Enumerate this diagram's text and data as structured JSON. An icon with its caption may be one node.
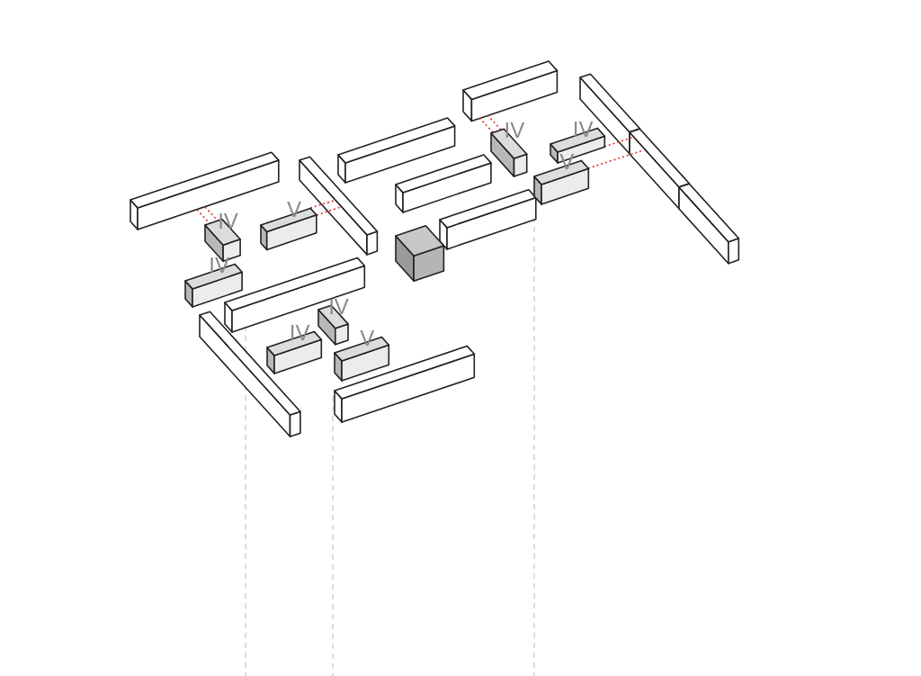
{
  "diagram": {
    "nodes": [
      {
        "text": [
          "IV"
        ]
      },
      {
        "text": [
          "V"
        ]
      },
      {
        "text": [
          "IV"
        ]
      },
      {
        "text": [
          "IV"
        ]
      },
      {
        "text": [
          "IV"
        ]
      },
      {
        "text": [
          "V"
        ]
      },
      {
        "text": [
          "IV"
        ]
      },
      {
        "text": [
          "IV"
        ]
      },
      {
        "text": [
          "V"
        ]
      },
      {
        "text": [],
        "shape": "bar"
      },
      {
        "text": [],
        "shape": "bar"
      },
      {
        "text": [],
        "shape": "bar"
      },
      {
        "text": [],
        "shape": "bar"
      },
      {
        "text": [],
        "shape": "bar"
      },
      {
        "text": [],
        "shape": "bar"
      },
      {
        "text": [],
        "shape": "bar"
      },
      {
        "text": [],
        "shape": "bar"
      },
      {
        "text": [],
        "shape": "bar"
      },
      {
        "text": [],
        "shape": "box"
      },
      {
        "text": [],
        "shape": "bar"
      },
      {
        "text": [],
        "shape": "bar"
      },
      {
        "text": [],
        "shape": "bar"
      }
    ],
    "edges": [
      {
        "from": 9,
        "to": 0,
        "arrow": "none",
        "style": "dashed",
        "color": "#e0302a"
      },
      {
        "from": 9,
        "to": 0,
        "arrow": "none",
        "style": "dashed",
        "color": "#e0302a"
      },
      {
        "from": 1,
        "to": 17,
        "arrow": "none",
        "style": "dashed",
        "color": "#e0302a"
      },
      {
        "from": 1,
        "to": 17,
        "arrow": "none",
        "style": "dashed",
        "color": "#e0302a"
      },
      {
        "from": 11,
        "to": 6,
        "arrow": "none",
        "style": "dashed",
        "color": "#e0302a"
      },
      {
        "from": 11,
        "to": 6,
        "arrow": "none",
        "style": "dashed",
        "color": "#e0302a"
      },
      {
        "from": 7,
        "to": 15,
        "arrow": "none",
        "style": "dashed",
        "color": "#e0302a"
      },
      {
        "from": 8,
        "to": 15,
        "arrow": "none",
        "style": "dashed",
        "color": "#e0302a"
      }
    ]
  }
}
